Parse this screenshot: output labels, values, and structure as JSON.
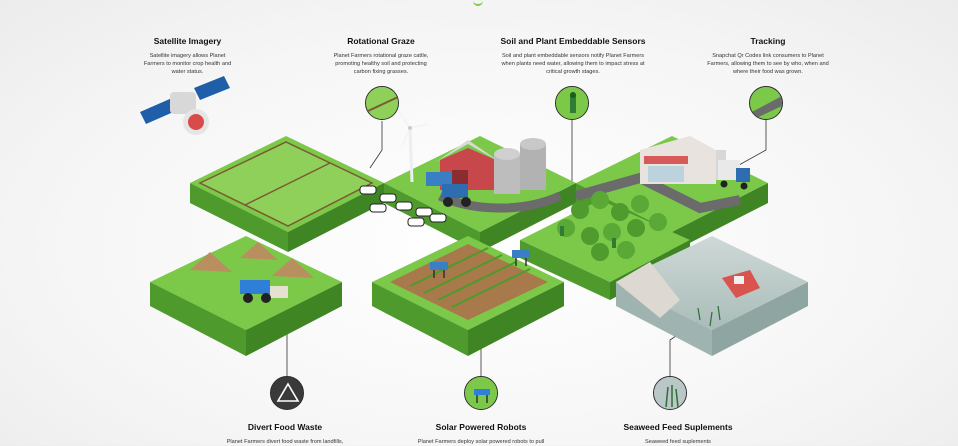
{
  "labels": {
    "satellite": {
      "title": "Satellite Imagery",
      "text": "Satellite imagery allows Planet Farmers to monitor crop health and water status."
    },
    "graze": {
      "title": "Rotational Graze",
      "text": "Planet Farmers rotational graze cattle, promoting healthy soil and protecting carbon fixing grasses."
    },
    "sensors": {
      "title": "Soil and Plant Embeddable Sensors",
      "text": "Soil and plant embeddable sensors notify Planet Farmers when plants need water, allowing them to impact stress at critical growth stages."
    },
    "tracking": {
      "title": "Tracking",
      "text": "Snapchat Qr Codes link consumers to Planet Farmers, allowing them to see by who, when and where their food was grown."
    },
    "food_waste": {
      "title": "Divert Food Waste",
      "text": "Planet Farmers divert food waste from landfills,"
    },
    "robots": {
      "title": "Solar Powered Robots",
      "text": "Planet Farmers deploy solar powered robots to pull"
    },
    "seaweed": {
      "title": "Seaweed Feed Suplements",
      "text": "Seaweed feed suplements"
    }
  },
  "colors": {
    "grass_top": "#7cc94a",
    "grass_side": "#4e9a2c",
    "soil": "#b8905f",
    "water": "#b9c8c6",
    "road": "#6b6b6b",
    "accent": "#7ac943"
  },
  "icons": [
    "satellite-icon",
    "wind-turbine-icon",
    "barn-icon",
    "silo-icon",
    "tractor-icon",
    "cow-icon",
    "tree-icon",
    "robot-icon",
    "store-icon",
    "truck-icon",
    "boat-icon",
    "recycle-icon",
    "sensor-icon",
    "road-icon",
    "seaweed-icon"
  ]
}
